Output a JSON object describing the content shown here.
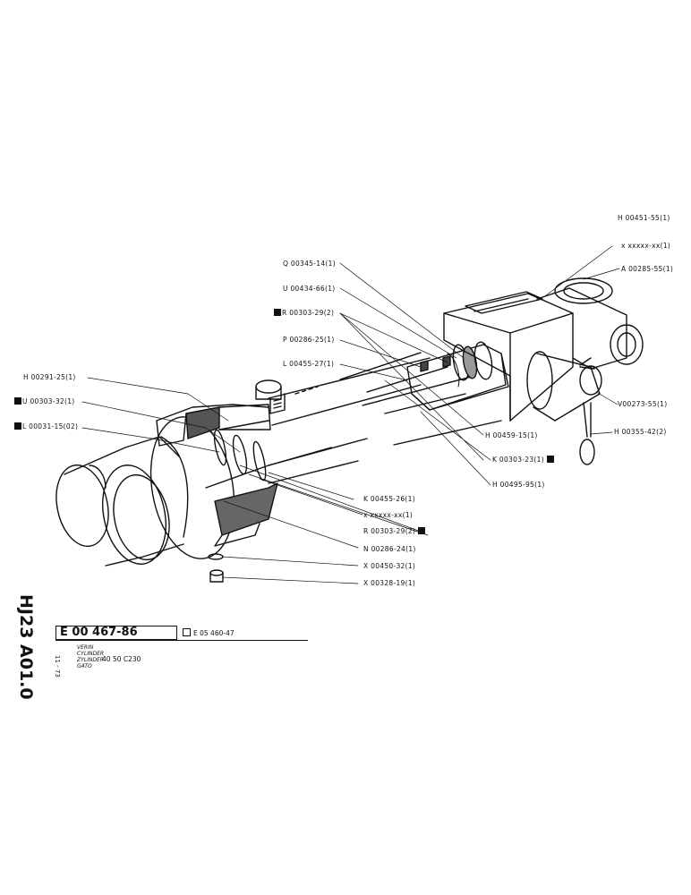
{
  "document": {
    "number": "E 00 467-86",
    "reference": "E 05 460-47",
    "names": [
      "VERIN",
      "CYLINDER",
      "ZYLINDER",
      "GATO"
    ],
    "spec": "40 50 C230",
    "side_code": "HJ23 A01.0",
    "side_small": "11 - 73"
  },
  "labels": [
    {
      "id": "h00451",
      "text": "H 00451-55(1)",
      "mark": "none"
    },
    {
      "id": "xxx_top",
      "text": "x xxxxx-xx(1)",
      "mark": "none"
    },
    {
      "id": "a00285",
      "text": "A 00285-55(1)",
      "mark": "none"
    },
    {
      "id": "q00345",
      "text": "Q 00345-14(1)",
      "mark": "none"
    },
    {
      "id": "u00434",
      "text": "U 00434-66(1)",
      "mark": "none"
    },
    {
      "id": "r00303_top",
      "text": "R 00303-29(2)",
      "mark": "before"
    },
    {
      "id": "p00286",
      "text": "P 00286-25(1)",
      "mark": "none"
    },
    {
      "id": "l00455",
      "text": "L 00455-27(1)",
      "mark": "none"
    },
    {
      "id": "h00291",
      "text": "H 00291-25(1)",
      "mark": "none"
    },
    {
      "id": "u00303",
      "text": "U 00303-32(1)",
      "mark": "before"
    },
    {
      "id": "l00031",
      "text": "L 00031-15(02)",
      "mark": "before"
    },
    {
      "id": "v00273",
      "text": "V00273-55(1)",
      "mark": "none"
    },
    {
      "id": "h00355",
      "text": "H 00355-42(2)",
      "mark": "none"
    },
    {
      "id": "h00459",
      "text": "H 00459-15(1)",
      "mark": "none"
    },
    {
      "id": "k00303",
      "text": "K 00303-23(1)",
      "mark": "after"
    },
    {
      "id": "h00495",
      "text": "H 00495-95(1)",
      "mark": "none"
    },
    {
      "id": "k00455",
      "text": "K 00455-26(1)",
      "mark": "none"
    },
    {
      "id": "xxx_mid",
      "text": "x xxxxx-xx(1)",
      "mark": "none"
    },
    {
      "id": "r00303_bot",
      "text": "R 00303-29(2)",
      "mark": "after"
    },
    {
      "id": "n00286",
      "text": "N 00286-24(1)",
      "mark": "none"
    },
    {
      "id": "x00450",
      "text": "X 00450-32(1)",
      "mark": "none"
    },
    {
      "id": "x00328",
      "text": "X 00328-19(1)",
      "mark": "none"
    }
  ]
}
